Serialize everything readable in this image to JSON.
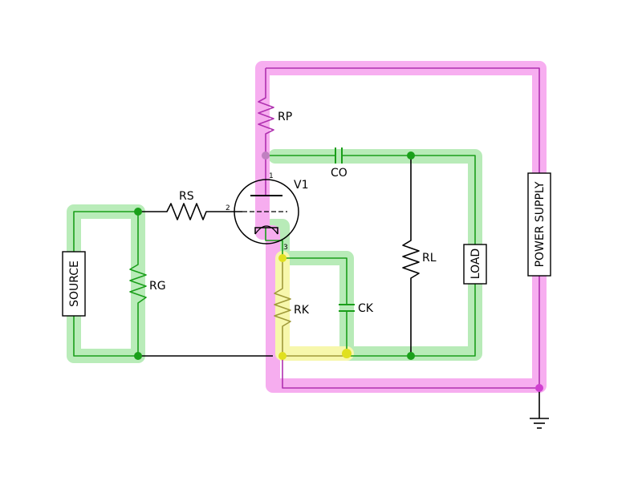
{
  "colors": {
    "background": "#ffffff",
    "highlight_green": "#7fdc7f",
    "highlight_magenta": "#f06be3",
    "highlight_yellow": "#f2f26a",
    "wire_green": "#1a9e1a",
    "wire_magenta": "#b030b0",
    "wire_black": "#000000",
    "wire_olive": "#a09a3a",
    "node_green": "#1aa01a",
    "node_magenta": "#d040d0",
    "node_yellow": "#e0e020"
  },
  "components": {
    "source": {
      "label": "SOURCE"
    },
    "rg": {
      "label": "RG"
    },
    "rs": {
      "label": "RS"
    },
    "v1": {
      "label": "V1",
      "pin_plate": "1",
      "pin_grid": "2",
      "pin_cathode": "3"
    },
    "rp": {
      "label": "RP"
    },
    "co": {
      "label": "CO"
    },
    "rk": {
      "label": "RK"
    },
    "ck": {
      "label": "CK"
    },
    "rl": {
      "label": "RL"
    },
    "load": {
      "label": "LOAD"
    },
    "power_supply": {
      "label": "POWER SUPPLY"
    },
    "ground": {
      "icon": "ground-icon"
    }
  }
}
